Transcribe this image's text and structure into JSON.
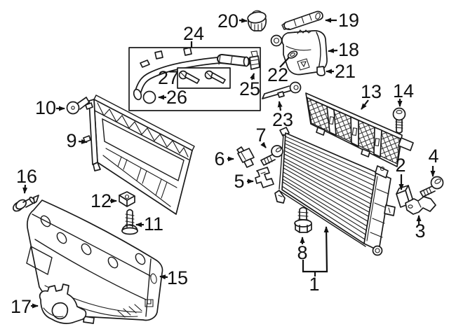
{
  "figure": {
    "type": "exploded-parts-diagram",
    "background_color": "#ffffff",
    "line_color": "#1a1a1a",
    "label_color": "#111111",
    "callouts": [
      {
        "label": "1"
      },
      {
        "label": "2"
      },
      {
        "label": "3"
      },
      {
        "label": "4"
      },
      {
        "label": "5"
      },
      {
        "label": "6"
      },
      {
        "label": "7"
      },
      {
        "label": "8"
      },
      {
        "label": "9"
      },
      {
        "label": "10"
      },
      {
        "label": "11"
      },
      {
        "label": "12"
      },
      {
        "label": "13"
      },
      {
        "label": "14"
      },
      {
        "label": "15"
      },
      {
        "label": "16"
      },
      {
        "label": "17"
      },
      {
        "label": "18"
      },
      {
        "label": "19"
      },
      {
        "label": "20"
      },
      {
        "label": "21"
      },
      {
        "label": "22"
      },
      {
        "label": "23"
      },
      {
        "label": "24"
      },
      {
        "label": "25"
      },
      {
        "label": "26"
      },
      {
        "label": "27"
      }
    ]
  }
}
